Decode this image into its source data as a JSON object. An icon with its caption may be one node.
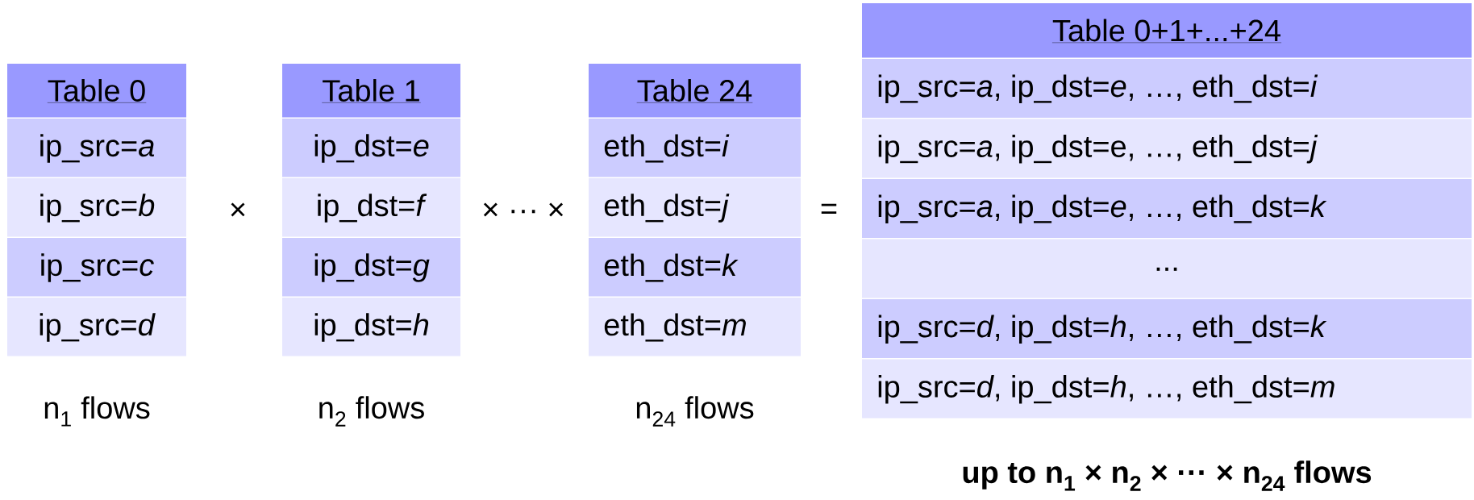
{
  "diagram": {
    "nodes": [
      {
        "text": [
          "Table 0",
          "ip_src=*a*",
          "ip_src=*b*",
          "ip_src=*c*",
          "ip_src=*d*"
        ],
        "beside": [
          "n$_{1}$ flows"
        ]
      },
      {
        "text": [
          "Table 1",
          "ip_dst=*e*",
          "ip_dst=*f*",
          "ip_dst=*g*",
          "ip_dst=*h*"
        ],
        "beside": [
          "n$_{2}$ flows"
        ]
      },
      {
        "text": [
          "Table 24",
          "eth_dst=*i*",
          "eth_dst=*j*",
          "eth_dst=*k*",
          "eth_dst=*m*"
        ],
        "beside": [
          "n$_{24}$ flows"
        ]
      },
      {
        "text": [
          "Table 0+1+...+24",
          "ip_src=*a*, ip_dst=*e*, …, eth_dst=*i*",
          "ip_src=*a*, ip_dst=e, …, eth_dst=*j*",
          "ip_src=*a*, ip_dst=*e*, …, eth_dst=*k*",
          "...",
          "ip_src=*d*, ip_dst=*h*, …, eth_dst=*k*",
          "ip_src=*d*, ip_dst=*h*, …, eth_dst=*m*"
        ],
        "beside": [
          "up to n$_{1}$ × n$_{2}$ × ··· × n$_{24}$ flows"
        ]
      }
    ],
    "labels": [
      "×",
      "× ··· ×",
      "="
    ]
  }
}
